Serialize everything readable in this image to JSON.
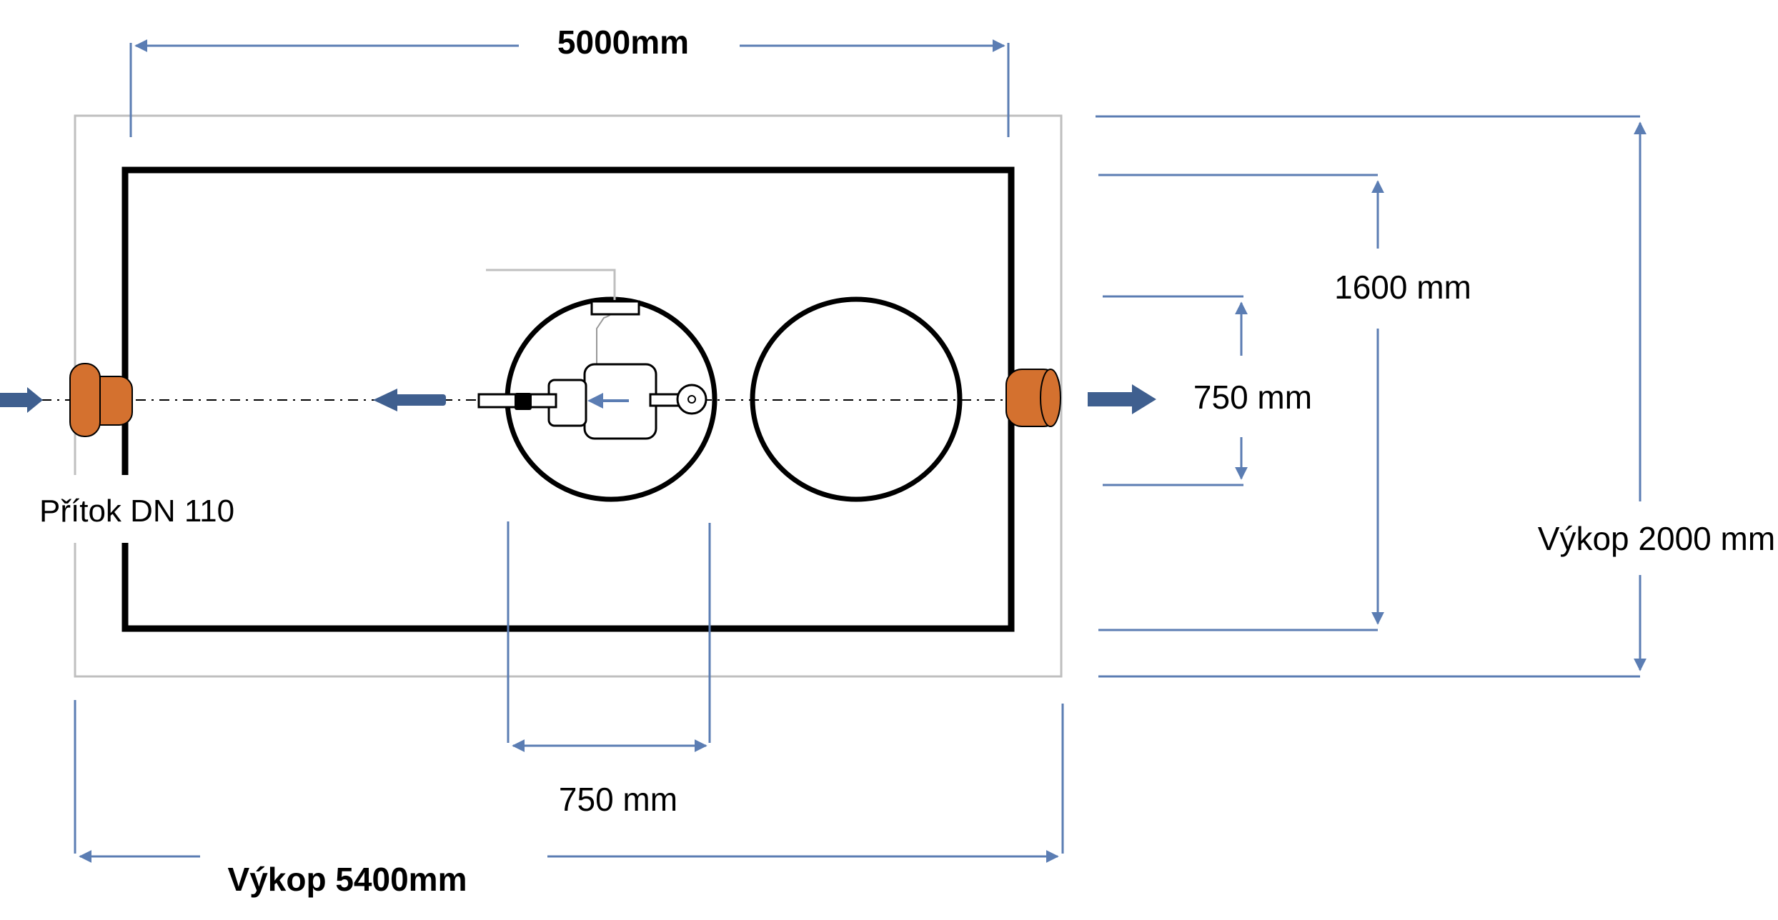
{
  "dimensions": {
    "tank_length": "5000mm",
    "tank_width": "1600 mm",
    "excavation_width": "Výkop 2000 mm",
    "pipe_spacing": "750 mm",
    "chamber_diameter": "750 mm",
    "excavation_length": "Výkop 5400mm"
  },
  "labels": {
    "inflow": "Přítok DN 110"
  },
  "colors": {
    "dimension_line": "#5B7DB3",
    "flow_arrow": "#3F5F8F",
    "pipe_fitting": "#D4712F",
    "tank_outline": "#000000",
    "excavation_outline": "#BFBFBF"
  }
}
